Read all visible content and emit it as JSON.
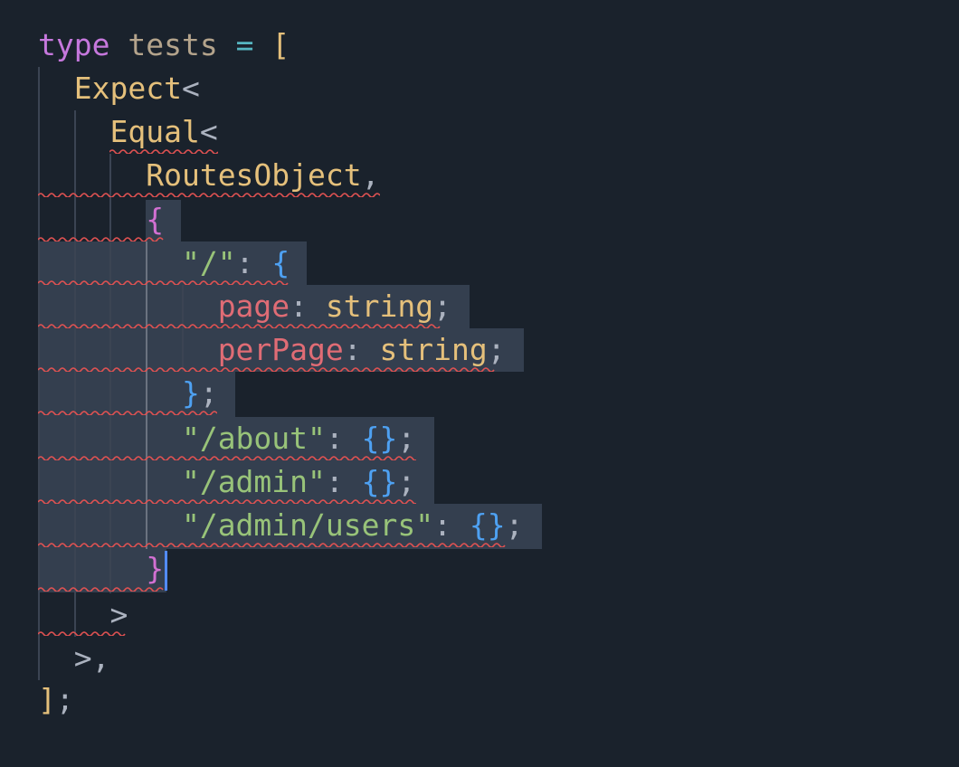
{
  "editor": {
    "language": "typescript",
    "colors": {
      "background": "#1a222c",
      "selection": "#343f4f",
      "keyword": "#c678dd",
      "type_name": "#e5c07b",
      "string": "#98c379",
      "property": "#e06c75",
      "bracket_1": "#e5c07b",
      "bracket_2": "#d270d2",
      "bracket_3": "#4ea1f2",
      "error_squiggle": "#e05252",
      "cursor": "#528bff"
    },
    "lines": [
      {
        "kw": "type",
        "name": "tests",
        "op": "=",
        "open": "["
      },
      {
        "text": "Expect",
        "punc": "<"
      },
      {
        "text": "Equal",
        "punc": "<"
      },
      {
        "text": "RoutesObject",
        "punc": ","
      },
      {
        "open": "{"
      },
      {
        "key": "\"/\"",
        "colon": ":",
        "open": "{"
      },
      {
        "prop": "page",
        "colon": ":",
        "type": "string",
        "semi": ";"
      },
      {
        "prop": "perPage",
        "colon": ":",
        "type": "string",
        "semi": ";"
      },
      {
        "close": "}",
        "semi": ";"
      },
      {
        "key": "\"/about\"",
        "colon": ":",
        "obj": "{}",
        "semi": ";"
      },
      {
        "key": "\"/admin\"",
        "colon": ":",
        "obj": "{}",
        "semi": ";"
      },
      {
        "key": "\"/admin/users\"",
        "colon": ":",
        "obj": "{}",
        "semi": ";"
      },
      {
        "close": "}"
      },
      {
        "punc": ">"
      },
      {
        "punc": ">,"
      },
      {
        "close": "]",
        "semi": ";"
      }
    ]
  }
}
